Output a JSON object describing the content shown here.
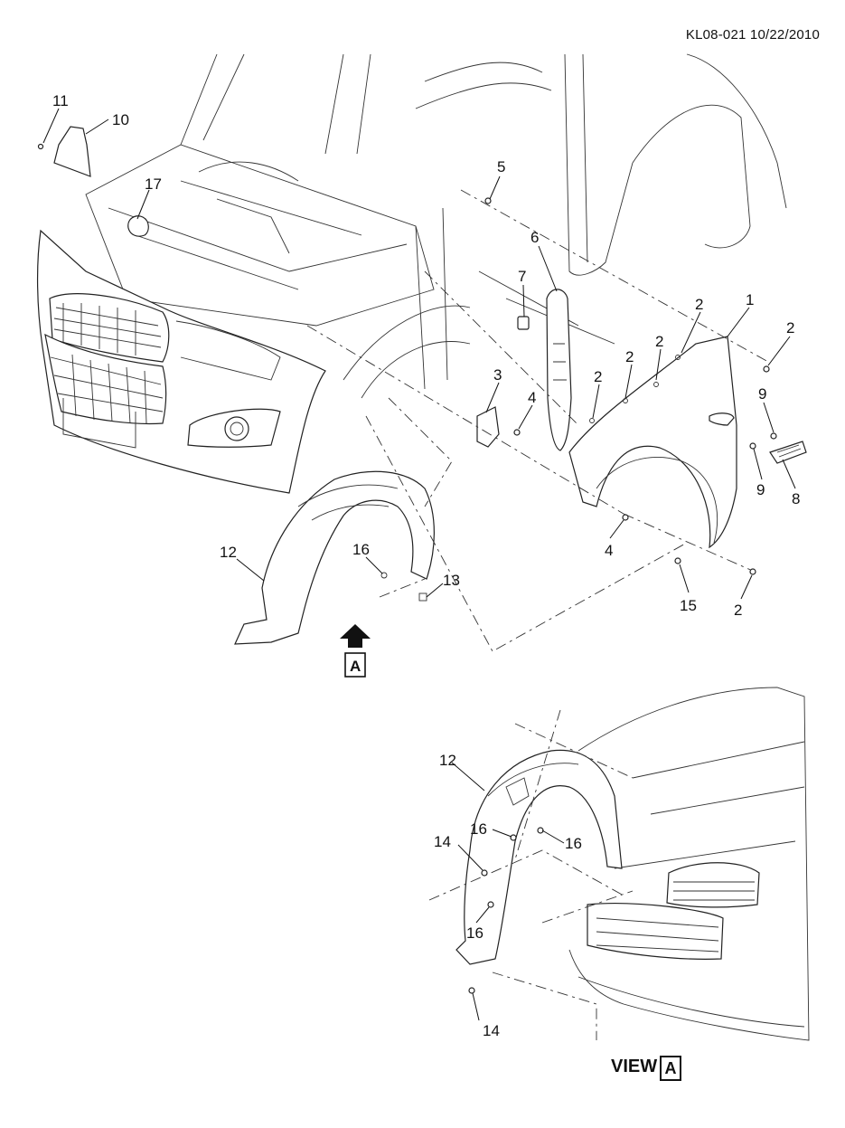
{
  "document_id": "KL08-021 10/22/2010",
  "view_label": "VIEW",
  "view_letter": "A",
  "arrow_letter": "A",
  "callouts": {
    "c1": "1",
    "c2a": "2",
    "c2b": "2",
    "c2c": "2",
    "c2d": "2",
    "c2e": "2",
    "c2f": "2",
    "c3": "3",
    "c4a": "4",
    "c4b": "4",
    "c5": "5",
    "c6": "6",
    "c7": "7",
    "c8": "8",
    "c9a": "9",
    "c9b": "9",
    "c10": "10",
    "c11": "11",
    "c12a": "12",
    "c12b": "12",
    "c13": "13",
    "c14a": "14",
    "c14b": "14",
    "c15": "15",
    "c16a": "16",
    "c16b": "16",
    "c16c": "16",
    "c16d": "16",
    "c17": "17"
  },
  "icons": {
    "view_arrow": "up-arrow-icon"
  }
}
